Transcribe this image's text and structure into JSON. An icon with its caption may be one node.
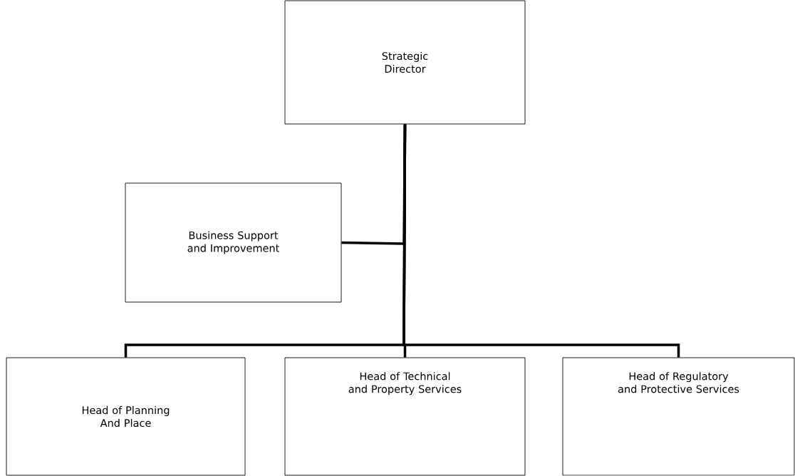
{
  "diagram": {
    "nodes": [
      {
        "text": [
          "Strategic Director"
        ]
      },
      {
        "text": [
          "Business Support and Improvement"
        ]
      },
      {
        "text": [
          "Head of Planning And Place"
        ]
      },
      {
        "text": [
          "Head of Technical and Property Services"
        ]
      },
      {
        "text": [
          "Head of Regulatory and Protective Services"
        ]
      }
    ],
    "edges": [
      {
        "from": 0,
        "to": 1,
        "arrow": "none"
      },
      {
        "from": 0,
        "to": 2,
        "arrow": "none"
      },
      {
        "from": 0,
        "to": 3,
        "arrow": "none"
      },
      {
        "from": 0,
        "to": 4,
        "arrow": "none"
      }
    ]
  }
}
